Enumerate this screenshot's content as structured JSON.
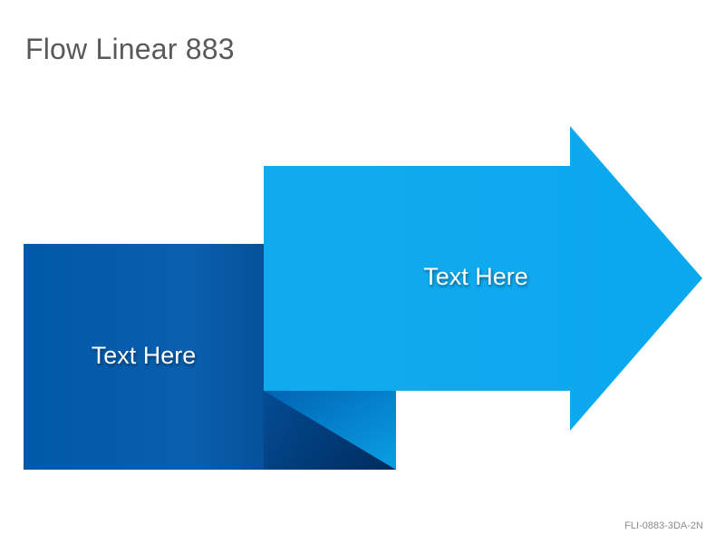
{
  "title": "Flow Linear 883",
  "steps": [
    {
      "label": "Text Here"
    },
    {
      "label": "Text Here"
    }
  ],
  "code": "FLI-0883-3DA-2N",
  "colors": {
    "dark_blue": "#0059a8",
    "light_blue": "#0ea5ec",
    "title_gray": "#595959",
    "code_gray": "#8c8c8c"
  }
}
